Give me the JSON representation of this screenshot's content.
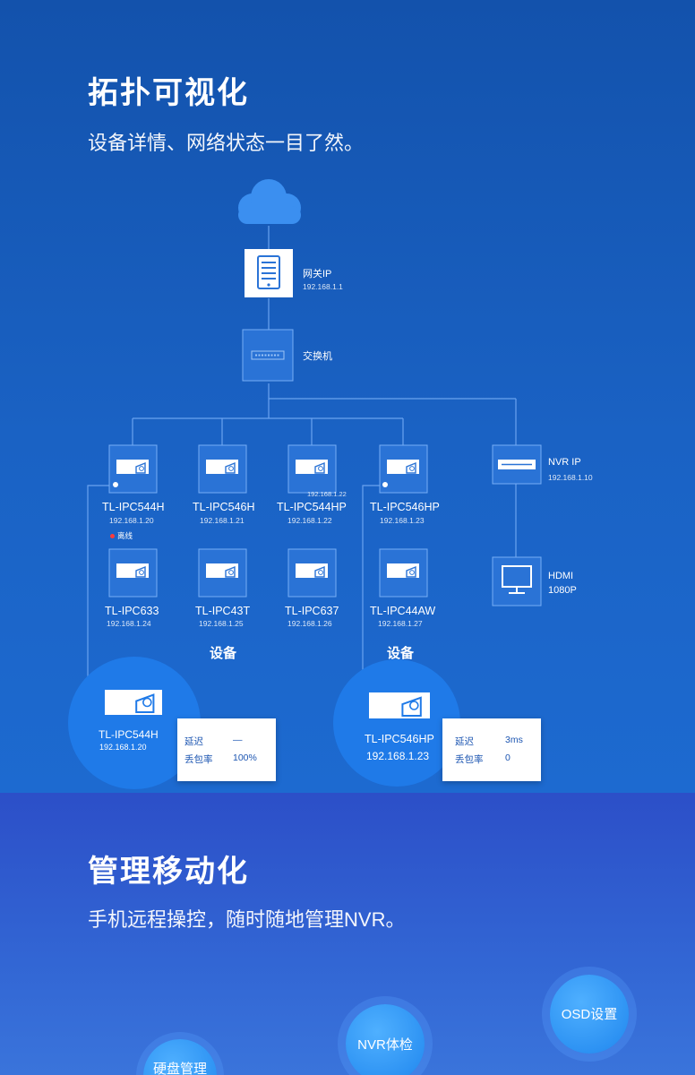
{
  "topology": {
    "title": "拓扑可视化",
    "subtitle": "设备详情、网络状态一目了然。",
    "gateway": {
      "name": "网关IP",
      "ip": "192.168.1.1"
    },
    "switch": {
      "name": "交换机"
    },
    "nvr": {
      "name": "NVR IP",
      "ip": "192.168.1.10"
    },
    "hdmi": {
      "line1": "HDMI",
      "line2": "1080P"
    },
    "group_label_left": "设备",
    "group_label_right": "设备",
    "offline_label": "离线",
    "hover_ip": "192.168.1.22",
    "cameras": [
      {
        "name": "TL-IPC544H",
        "ip": "192.168.1.20"
      },
      {
        "name": "TL-IPC546H",
        "ip": "192.168.1.21"
      },
      {
        "name": "TL-IPC544HP",
        "ip": "192.168.1.22"
      },
      {
        "name": "TL-IPC546HP",
        "ip": "192.168.1.23"
      },
      {
        "name": "TL-IPC633",
        "ip": "192.168.1.24"
      },
      {
        "name": "TL-IPC43T",
        "ip": "192.168.1.25"
      },
      {
        "name": "TL-IPC637",
        "ip": "192.168.1.26"
      },
      {
        "name": "TL-IPC44AW",
        "ip": "192.168.1.27"
      }
    ],
    "detail_left": {
      "name": "TL-IPC544H",
      "ip": "192.168.1.20",
      "latency_label": "延迟",
      "latency_value": "—",
      "loss_label": "丢包率",
      "loss_value": "100%"
    },
    "detail_right": {
      "name": "TL-IPC546HP",
      "ip": "192.168.1.23",
      "latency_label": "延迟",
      "latency_value": "3ms",
      "loss_label": "丢包率",
      "loss_value": "0"
    }
  },
  "mobile": {
    "title": "管理移动化",
    "subtitle": "手机远程操控，随时随地管理NVR。",
    "features": [
      "硬盘管理",
      "NVR体检",
      "OSD设置"
    ]
  },
  "colors": {
    "line": "#6aa3f0",
    "box_fill": "#2a73d6",
    "box_stroke": "#76aef5",
    "circle": "#1f7ae8",
    "card_text": "#1d56b2"
  }
}
